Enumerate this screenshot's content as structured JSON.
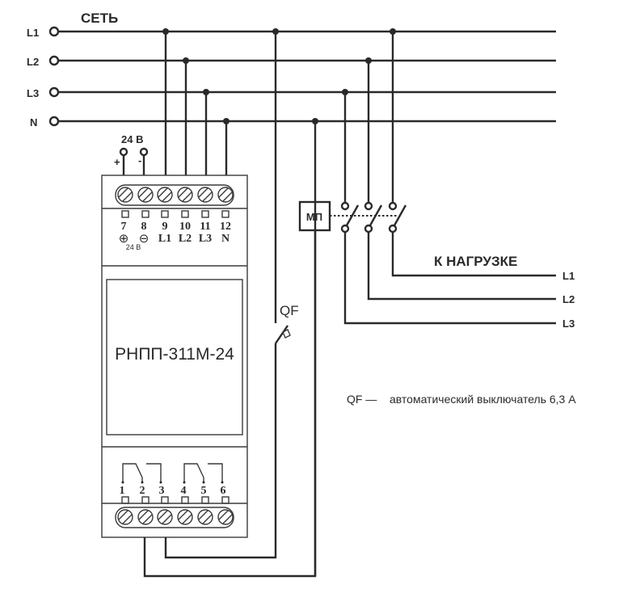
{
  "title": "СЕТЬ",
  "supply_lines": [
    {
      "label": "L1"
    },
    {
      "label": "L2"
    },
    {
      "label": "L3"
    },
    {
      "label": "N"
    }
  ],
  "power_input": {
    "label": "24 В",
    "plus": "+",
    "minus": "-"
  },
  "device": {
    "name": "РНПП-311М-24",
    "top_terminals": [
      {
        "number": "7",
        "function": "⊕"
      },
      {
        "number": "8",
        "function": "⊖"
      },
      {
        "number": "9",
        "function": "L1"
      },
      {
        "number": "10",
        "function": "L2"
      },
      {
        "number": "11",
        "function": "L3"
      },
      {
        "number": "12",
        "function": "N"
      }
    ],
    "supply_note": "24 В",
    "bottom_terminals": [
      {
        "number": "1"
      },
      {
        "number": "2"
      },
      {
        "number": "3"
      },
      {
        "number": "4"
      },
      {
        "number": "5"
      },
      {
        "number": "6"
      }
    ]
  },
  "contactor": {
    "label": "МП"
  },
  "breaker": {
    "label": "QF"
  },
  "load": {
    "title": "К НАГРУЗКЕ",
    "lines": [
      {
        "label": "L1"
      },
      {
        "label": "L2"
      },
      {
        "label": "L3"
      }
    ]
  },
  "legend": {
    "term": "QF —",
    "description": "автоматический выключатель 6,3 А"
  }
}
